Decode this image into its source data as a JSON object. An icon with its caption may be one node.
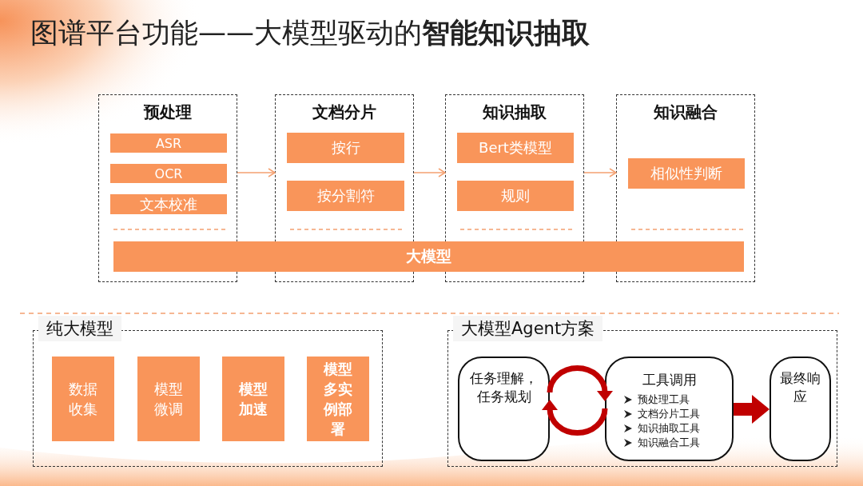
{
  "diagram": {
    "title": "图谱平台功能——大模型驱动的**智能知识抽取**",
    "nodes": [
      {
        "text": [
          "预处理"
        ]
      },
      {
        "text": [
          "ASR"
        ],
        "in": 0
      },
      {
        "text": [
          "OCR"
        ],
        "in": 0
      },
      {
        "text": [
          "文本校准"
        ],
        "in": 0
      },
      {
        "text": [
          "文档分片"
        ]
      },
      {
        "text": [
          "按行"
        ],
        "in": 4
      },
      {
        "text": [
          "按分割符"
        ],
        "in": 4
      },
      {
        "text": [
          "知识抽取"
        ]
      },
      {
        "text": [
          "Bert类模型"
        ],
        "in": 7
      },
      {
        "text": [
          "规则"
        ],
        "in": 7
      },
      {
        "text": [
          "知识融合"
        ]
      },
      {
        "text": [
          "相似性判断"
        ],
        "in": 10
      },
      {
        "text": [
          "大模型"
        ]
      },
      {
        "text": [
          "纯大模型"
        ]
      },
      {
        "text": [
          "数据收集"
        ],
        "in": 13
      },
      {
        "text": [
          "模型微调"
        ],
        "in": 13
      },
      {
        "text": [
          "模型加速"
        ],
        "in": 13
      },
      {
        "text": [
          "模型多实例部署"
        ],
        "in": 13
      },
      {
        "text": [
          "大模型Agent方案"
        ]
      },
      {
        "text": [
          "任务理解，任务规划"
        ],
        "in": 18
      },
      {
        "text": [
          "工具调用",
          "预处理工具",
          "文档分片工具",
          "知识抽取工具",
          "知识融合工具"
        ],
        "in": 18
      },
      {
        "text": [
          "最终响应"
        ],
        "in": 18
      }
    ],
    "edges": [
      {
        "from": 0,
        "to": 4,
        "arrow": "to",
        "color": "#f4a070"
      },
      {
        "from": 4,
        "to": 7,
        "arrow": "to",
        "color": "#f4a070"
      },
      {
        "from": 7,
        "to": 10,
        "arrow": "to",
        "color": "#f4a070"
      },
      {
        "from": 19,
        "to": 20,
        "arrow": "to",
        "style": "thick",
        "color": "#c00000"
      },
      {
        "from": 20,
        "to": 19,
        "arrow": "to",
        "style": "thick",
        "color": "#c00000"
      },
      {
        "from": 20,
        "to": 21,
        "arrow": "to",
        "style": "thick",
        "color": "#c00000"
      }
    ]
  }
}
